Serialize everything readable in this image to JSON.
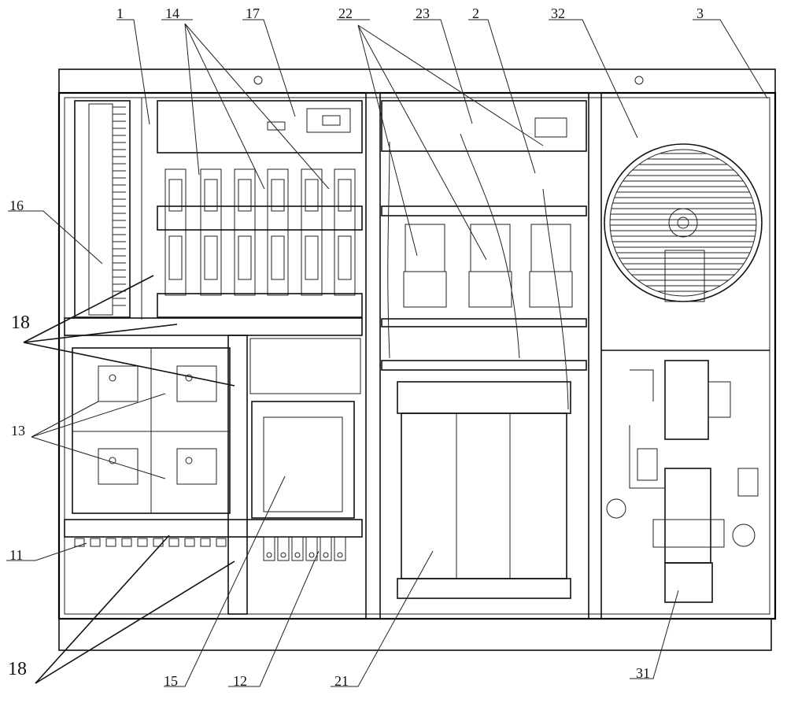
{
  "labels": {
    "l1": "1",
    "l14": "14",
    "l17": "17",
    "l22": "22",
    "l23": "23",
    "l2": "2",
    "l32": "32",
    "l3": "3",
    "l16": "16",
    "l18a": "18",
    "l13": "13",
    "l11": "11",
    "l18b": "18",
    "l15": "15",
    "l12": "12",
    "l21": "21",
    "l31": "31"
  },
  "colors": {
    "line": "#111111",
    "background": "#ffffff"
  }
}
